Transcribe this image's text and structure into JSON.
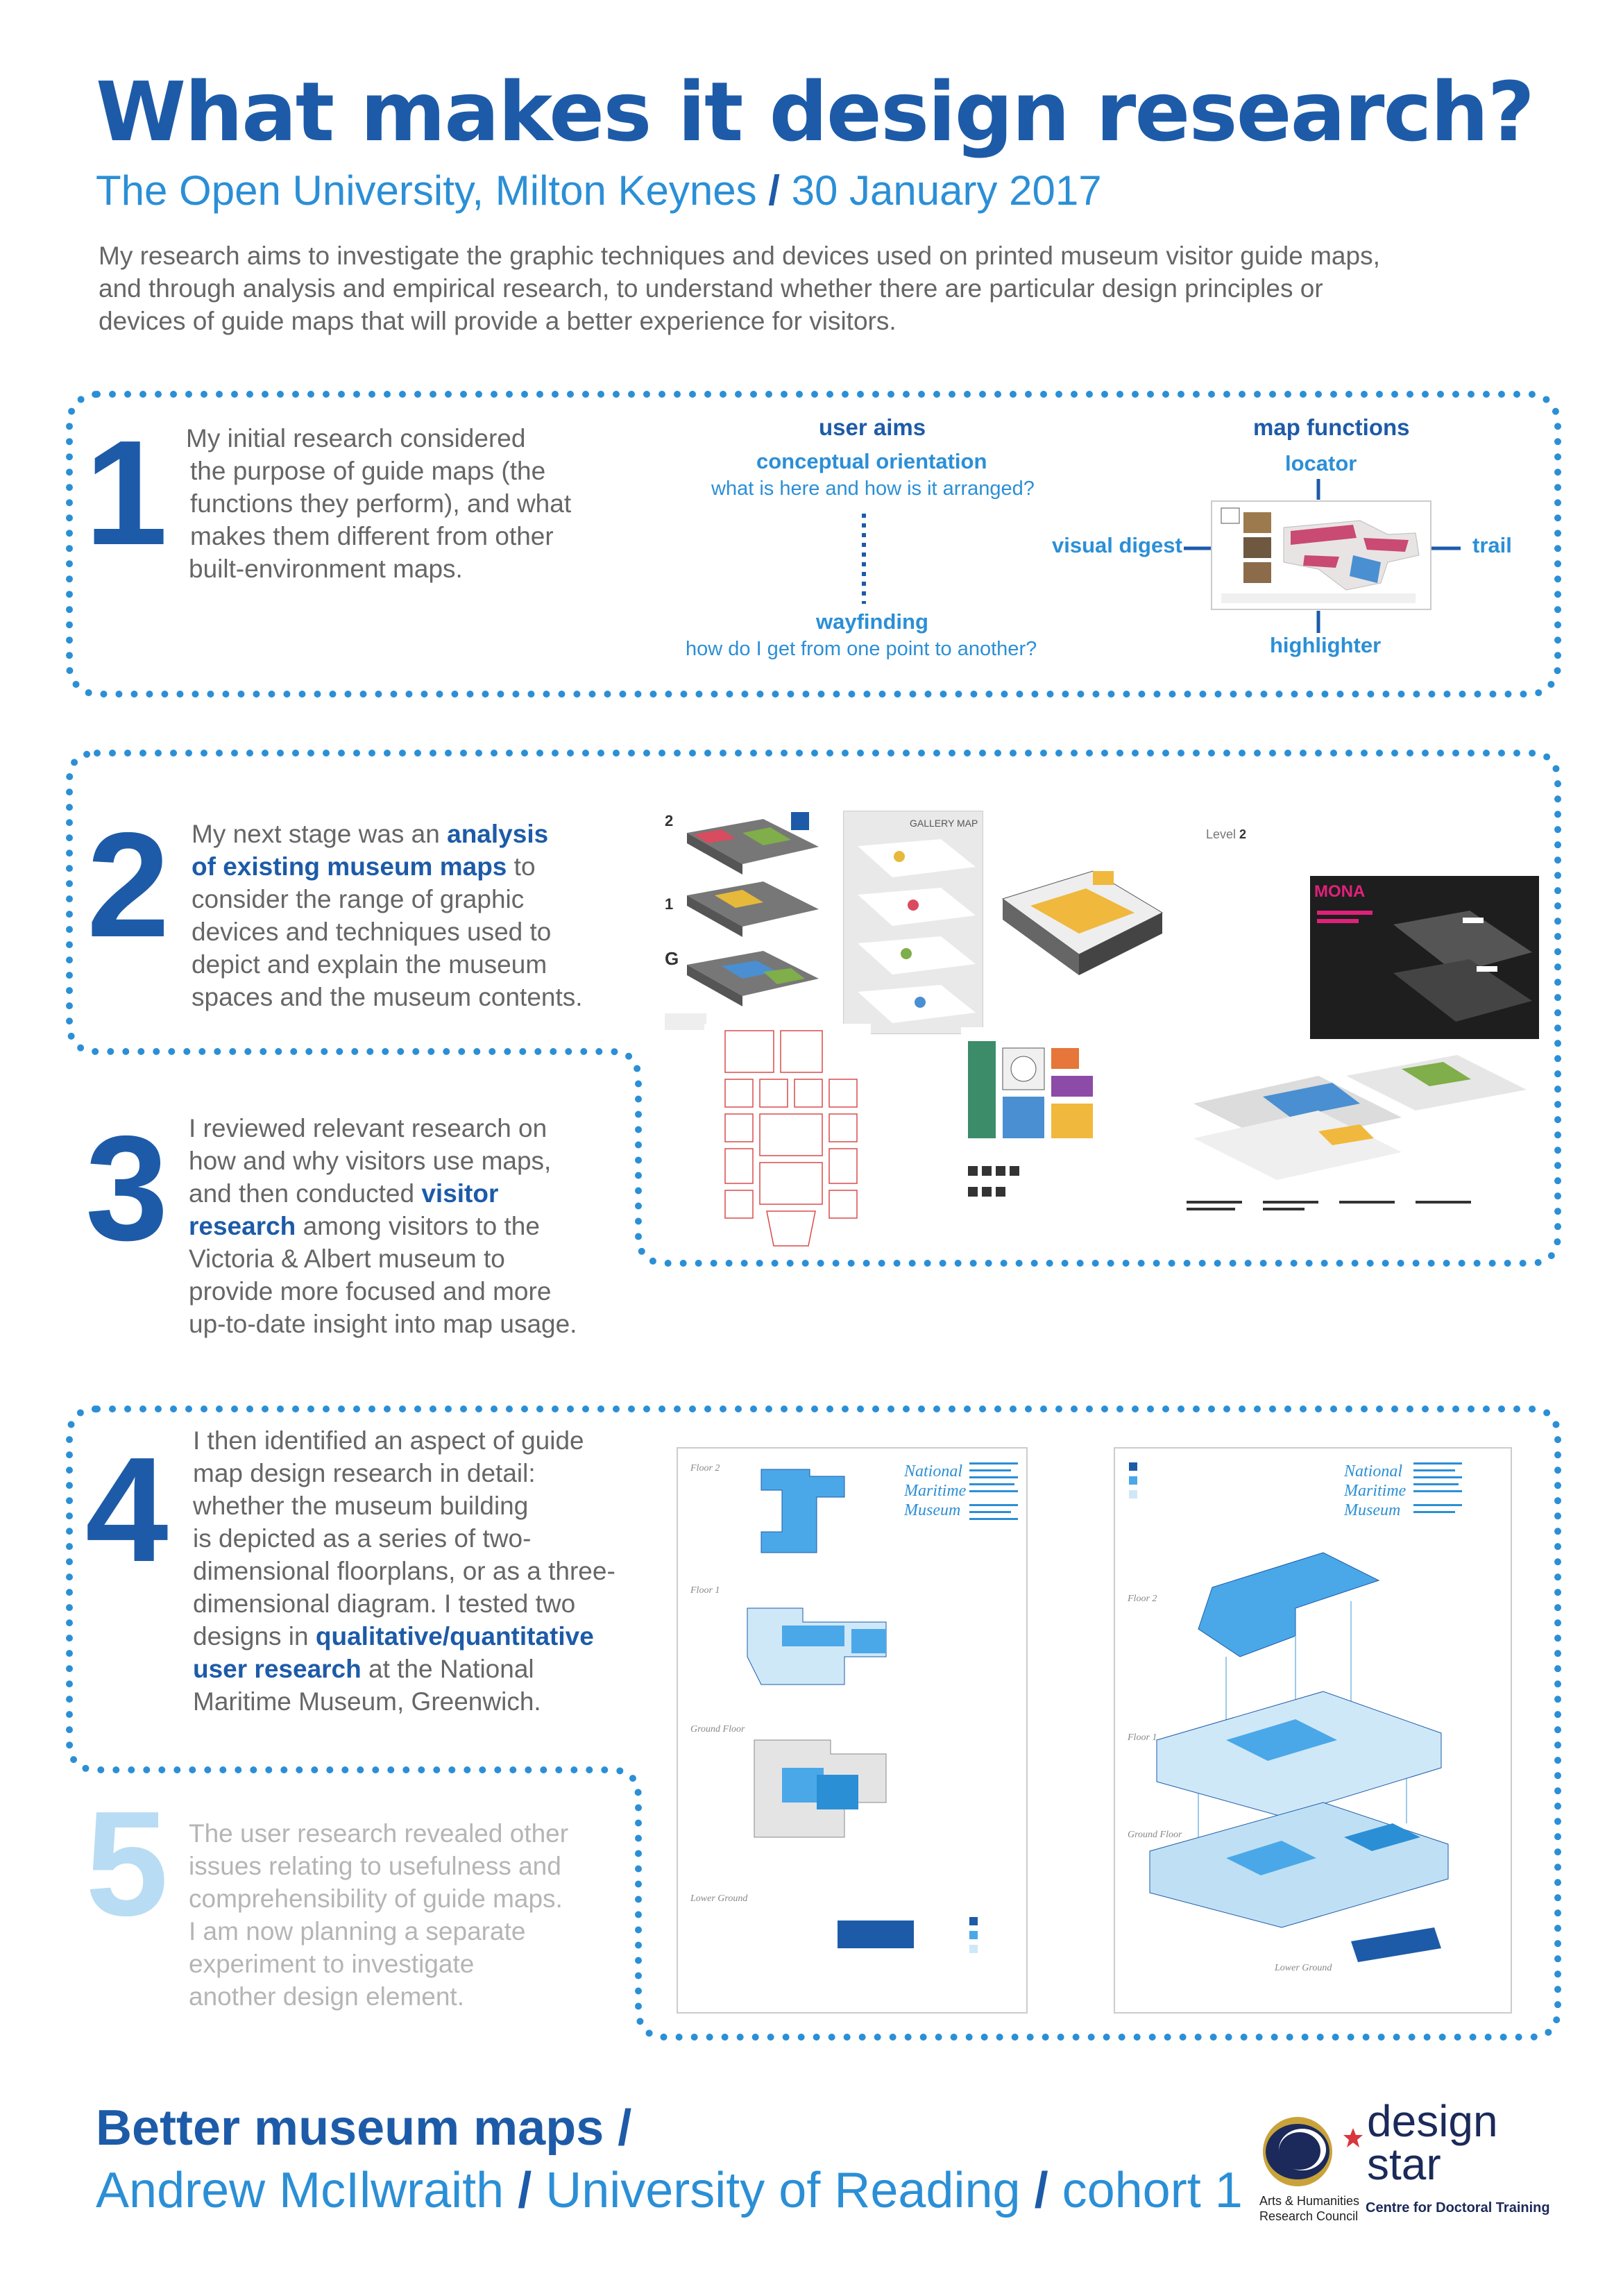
{
  "header": {
    "title": "What makes it design research?",
    "subtitle_place": "The Open University, Milton Keynes",
    "subtitle_sep": "/",
    "subtitle_date": "30 January 2017",
    "intro": "My research aims to investigate the graphic techniques and devices used on printed museum visitor guide maps, and through analysis and empirical research, to understand whether there are particular design principles or devices of guide maps that will provide a better experience for visitors."
  },
  "step1": {
    "number": "1",
    "lines": [
      "My initial research considered",
      "the purpose of guide maps (the",
      "functions they perform), and what",
      "makes them different from other",
      "built-environment maps."
    ],
    "diagram": {
      "user_aims": "user aims",
      "conceptual_orientation": "conceptual orientation",
      "conceptual_sub": "what is here and how is it arranged?",
      "wayfinding": "wayfinding",
      "wayfinding_sub": "how do I get from one point to another?",
      "map_functions": "map functions",
      "locator": "locator",
      "visual_digest": "visual digest",
      "trail": "trail",
      "highlighter": "highlighter"
    }
  },
  "step2": {
    "number": "2",
    "l1": "My next stage was an ",
    "l1b": "analysis",
    "l2b": "of existing museum maps",
    "l2": " to",
    "l3": "consider the range of graphic",
    "l4": "devices and techniques used to",
    "l5": "depict and explain the museum",
    "l6": "spaces and the museum contents.",
    "thumb_labels": {
      "gallery_map": "GALLERY MAP",
      "level": "Level",
      "level_num": "2",
      "mona": "MONA",
      "floor2": "2",
      "floor1": "1",
      "floorG": "G"
    }
  },
  "step3": {
    "number": "3",
    "l1": "I reviewed relevant research on",
    "l2": "how and why visitors use maps,",
    "l3": "and then conducted ",
    "l3b": "visitor",
    "l4b": "research",
    "l4": " among visitors to the",
    "l5": "Victoria & Albert museum to",
    "l6": "provide more focused and more",
    "l7": "up-to-date insight into map usage."
  },
  "step4": {
    "number": "4",
    "l1": "I then identified an aspect of guide",
    "l2": "map design research in detail:",
    "l3": "whether the museum building",
    "l4": "is depicted as a series of two-",
    "l5": "dimensional floorplans, or as a three-",
    "l6": "dimensional diagram. I tested two",
    "l7": "designs in ",
    "l7b": "qualitative/quantitative",
    "l8b": "user research",
    "l8": " at the National",
    "l9": "Maritime Museum, Greenwich.",
    "map_title": [
      "National",
      "Maritime",
      "Museum"
    ],
    "floors": [
      "Floor 2",
      "Floor 1",
      "Ground Floor",
      "Lower Ground"
    ]
  },
  "step5": {
    "number": "5",
    "lines": [
      "The user research revealed other",
      "issues relating to usefulness and",
      "comprehensibility of guide maps.",
      "I am now planning a separate",
      "experiment to investigate",
      "another design element."
    ]
  },
  "footer": {
    "title": "Better museum maps /",
    "author": "Andrew McIlwraith",
    "sep": "/",
    "university": "University of Reading",
    "cohort": "cohort 1",
    "ahrc_line1": "Arts & Humanities",
    "ahrc_line2": "Research Council",
    "ds_line1": "design",
    "ds_line2": "star",
    "ds_sub": "Centre for Doctoral Training"
  },
  "colors": {
    "dark_blue": "#1d5ba8",
    "light_blue": "#2b8fd6",
    "pale_blue": "#b8dcf3",
    "dot_blue": "#2b8fd6"
  }
}
